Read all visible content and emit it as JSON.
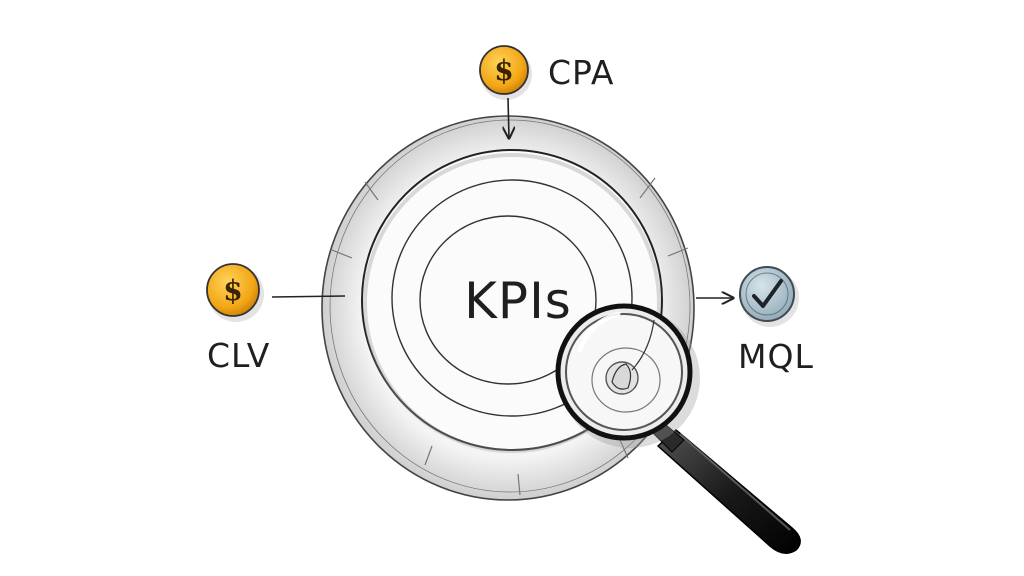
{
  "diagram": {
    "center_label": "KPIs",
    "nodes": {
      "cpa": {
        "label": "CPA",
        "icon": "dollar-coin-icon",
        "symbol": "$",
        "color": "#f2a615"
      },
      "clv": {
        "label": "CLV",
        "icon": "dollar-coin-icon",
        "symbol": "$",
        "color": "#f2a615"
      },
      "mql": {
        "label": "MQL",
        "icon": "checkmark-badge-icon",
        "symbol": "✓",
        "color": "#a9c0cc"
      }
    },
    "magnifier": {
      "icon": "magnifying-glass-icon"
    }
  }
}
